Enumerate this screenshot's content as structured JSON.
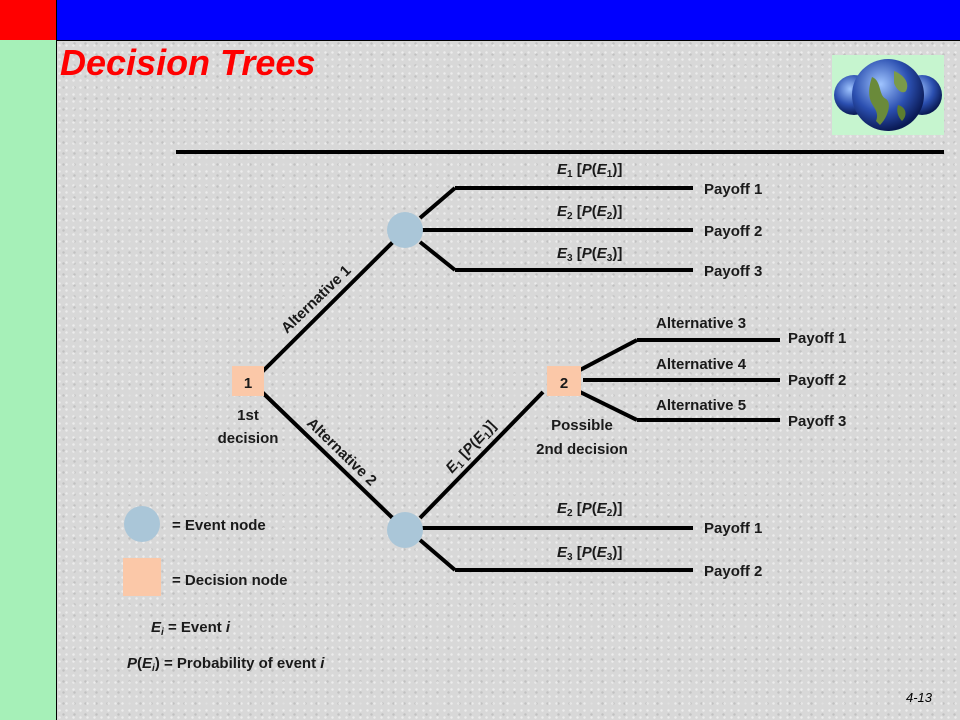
{
  "title": "Decision Trees",
  "page_number": "4-13",
  "nodes": {
    "decision_1": {
      "label": "1",
      "caption_line1": "1st",
      "caption_line2": "decision"
    },
    "decision_2": {
      "label": "2",
      "caption_line1": "Possible",
      "caption_line2": "2nd decision"
    }
  },
  "branches": {
    "alt1": "Alternative 1",
    "alt2": "Alternative 2",
    "alt3": "Alternative 3",
    "alt4": "Alternative 4",
    "alt5": "Alternative 5"
  },
  "events_top": [
    {
      "E": "E",
      "sub": "1",
      "pre": " [",
      "P": "P",
      "open": "(",
      "E2": "E",
      "sub2": "1",
      "close": ")]"
    },
    {
      "E": "E",
      "sub": "2",
      "pre": " [",
      "P": "P",
      "open": "(",
      "E2": "E",
      "sub2": "2",
      "close": ")]"
    },
    {
      "E": "E",
      "sub": "3",
      "pre": " [",
      "P": "P",
      "open": "(",
      "E2": "E",
      "sub2": "3",
      "close": ")]"
    }
  ],
  "event_diag": {
    "E": "E",
    "sub": "1",
    "pre": " [",
    "P": "P",
    "open": "(",
    "E2": "E",
    "sub2": "1",
    "close": ")]"
  },
  "events_bottom": [
    {
      "E": "E",
      "sub": "2",
      "pre": " [",
      "P": "P",
      "open": "(",
      "E2": "E",
      "sub2": "2",
      "close": ")]"
    },
    {
      "E": "E",
      "sub": "3",
      "pre": " [",
      "P": "P",
      "open": "(",
      "E2": "E",
      "sub2": "3",
      "close": ")]"
    }
  ],
  "payoffs_top": [
    "Payoff 1",
    "Payoff 2",
    "Payoff 3"
  ],
  "payoffs_mid": [
    "Payoff 1",
    "Payoff 2",
    "Payoff 3"
  ],
  "payoffs_bottom": [
    "Payoff 1",
    "Payoff 2"
  ],
  "legend": {
    "event_node": "= Event node",
    "decision_node": "= Decision node",
    "ei_left": "E",
    "ei_sub": "i",
    "ei_right": " = Event ",
    "ei_i": "i",
    "pei_P": "P",
    "pei_open": "(",
    "pei_E": "E",
    "pei_sub": "i",
    "pei_right": ") = Probability of event ",
    "pei_i": "i"
  },
  "colors": {
    "event_node": "#aac6d8",
    "decision_node": "#fbc8a8",
    "title": "#ff0000",
    "top_bar": "#0000ff",
    "left_bar": "#a6f0b8"
  },
  "icons": {
    "globe": "globe-icon"
  }
}
